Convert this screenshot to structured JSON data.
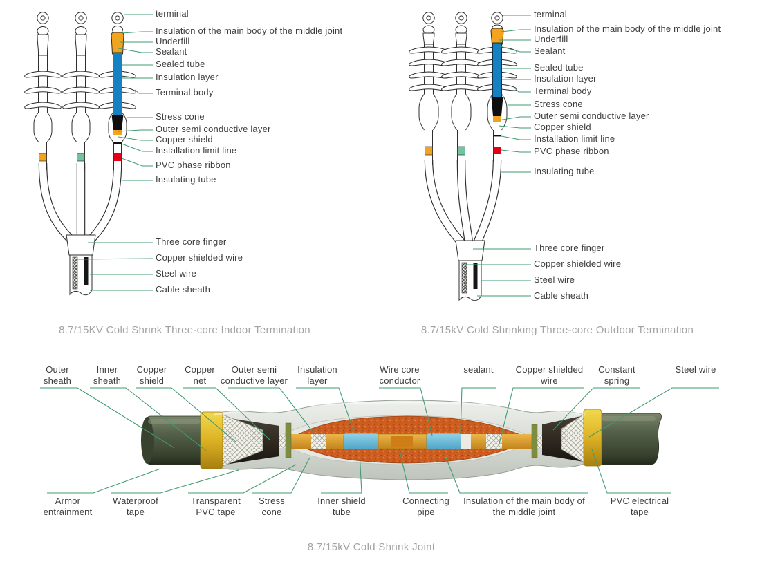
{
  "colors": {
    "leader_line": "#3f9b71",
    "label_text": "#3d3d3d",
    "caption_text": "#a3a3a3",
    "blue_tube": "#1580c2",
    "underfill_orange": "#f2a41e",
    "pvc_red_band": "#e30016",
    "phase_green_band": "#72c49e",
    "stress_cone_black": "#0f0f0f",
    "joint_orange_body": "#cd5c1f",
    "joint_yellow_tape": "#e0c138",
    "joint_olive_sheath": "#4d5843",
    "joint_blue_tube": "#66b9d8"
  },
  "indoor_termination": {
    "caption": "8.7/15KV Cold Shrink Three-core Indoor Termination",
    "labels": [
      "terminal",
      "Insulation of the main body of the middle joint",
      "Underfill",
      "Sealant",
      "Sealed tube",
      "Insulation layer",
      "Terminal body",
      "Stress cone",
      "Outer semi conductive layer",
      "Copper shield",
      "Installation limit line",
      "PVC phase ribbon",
      "Insulating tube",
      "Three core finger",
      "Copper shielded wire",
      "Steel wire",
      "Cable sheath"
    ]
  },
  "outdoor_termination": {
    "caption": "8.7/15kV Cold Shrinking Three-core Outdoor Termination",
    "labels": [
      "terminal",
      "Insulation of the main body of the middle joint",
      "Underfill",
      "Sealant",
      "Sealed tube",
      "Insulation layer",
      "Terminal body",
      "Stress cone",
      "Outer semi conductive layer",
      "Copper shield",
      "Installation limit line",
      "PVC phase ribbon",
      "Insulating tube",
      "Three core finger",
      "Copper shielded wire",
      "Steel wire",
      "Cable sheath"
    ]
  },
  "joint": {
    "caption": "8.7/15kV Cold Shrink Joint",
    "top_labels": [
      "Outer sheath",
      "Inner sheath",
      "Copper shield",
      "Copper net",
      "Outer semi conductive layer",
      "Insulation layer",
      "Wire core conductor",
      "sealant",
      "Copper shielded wire",
      "Constant spring",
      "Steel wire"
    ],
    "bottom_labels": [
      "Armor entrainment",
      "Waterproof tape",
      "Transparent PVC tape",
      "Stress cone",
      "Inner shield tube",
      "Connecting pipe",
      "Insulation of the main body of the middle joint",
      "PVC electrical tape"
    ]
  }
}
